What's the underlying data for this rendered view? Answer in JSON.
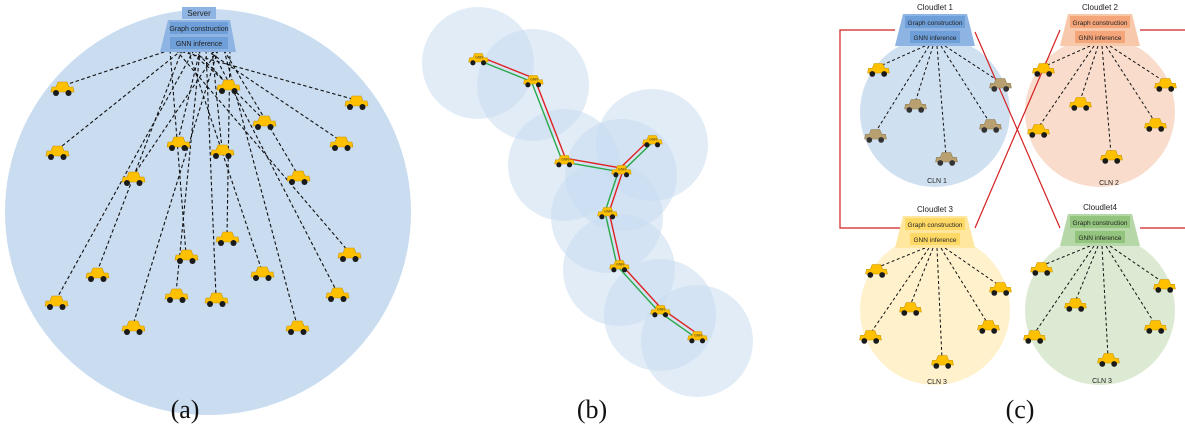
{
  "panels": {
    "a": {
      "caption": "(a)",
      "server": {
        "title": "Server",
        "row1": "Graph construction",
        "row2": "GNN inference"
      }
    },
    "b": {
      "caption": "(b)",
      "car_badge": "GNN"
    },
    "c": {
      "caption": "(c)",
      "cloudlets": [
        {
          "title": "Cloudlet 1",
          "row1": "Graph construction",
          "row2": "GNN inference",
          "region": "CLN 1"
        },
        {
          "title": "Cloudlet 2",
          "row1": "Graph construction",
          "row2": "GNN inference",
          "region": "CLN 2"
        },
        {
          "title": "Cloudlet 3",
          "row1": "Graph construction",
          "row2": "GNN inference",
          "region": "CLN 3"
        },
        {
          "title": "Cloudlet4",
          "row1": "Graph construction",
          "row2": "GNN inference",
          "region": "CLN 3"
        }
      ]
    }
  },
  "colors": {
    "panel_a_fill": "#c9dcf0",
    "cluster_blue": "#cfe0f1",
    "cluster_orange": "#f9dccb",
    "cluster_yellow": "#fff1cc",
    "cluster_green": "#dcead3",
    "car": "#ffc000",
    "car_wheel": "#1a1a1a",
    "gray_car": "#b8a070",
    "link_red": "#e02020",
    "link_green": "#2aa84a",
    "blue_trap": "#8eb4e3",
    "blue_box": "#6f9fd8",
    "orange_trap": "#f8c8aa",
    "orange_box": "#f4a57a",
    "yellow_trap": "#ffe7a0",
    "yellow_box": "#ffd966",
    "green_trap": "#b6d7a8",
    "green_box": "#93c47d",
    "boundary": "#d42020"
  }
}
